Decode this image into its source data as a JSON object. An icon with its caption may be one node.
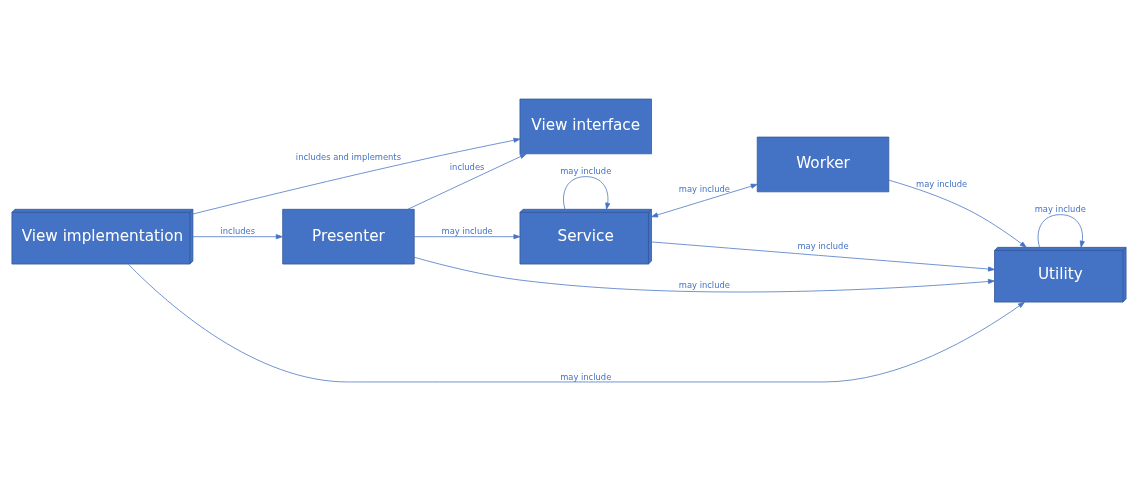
{
  "diagram": {
    "nodes": [
      {
        "text": [
          "View implementation"
        ]
      },
      {
        "text": [
          "View interface"
        ]
      },
      {
        "text": [
          "Presenter"
        ]
      },
      {
        "text": [
          "Service"
        ]
      },
      {
        "text": [
          "Worker"
        ]
      },
      {
        "text": [
          "Utility"
        ]
      }
    ],
    "edges": [
      {
        "from": 0,
        "to": 2,
        "arrow": "to",
        "label": "includes"
      },
      {
        "from": 0,
        "to": 1,
        "arrow": "to",
        "label": "includes and implements"
      },
      {
        "from": 2,
        "to": 1,
        "arrow": "to",
        "label": "includes"
      },
      {
        "from": 2,
        "to": 3,
        "arrow": "to",
        "label": "may include"
      },
      {
        "from": 2,
        "to": 5,
        "arrow": "to",
        "label": "may include"
      },
      {
        "from": 3,
        "to": 3,
        "arrow": "to",
        "label": "may include"
      },
      {
        "from": 3,
        "to": 5,
        "arrow": "to",
        "label": "may include"
      },
      {
        "from": 3,
        "to": 4,
        "arrow": "both",
        "label": "may include"
      },
      {
        "from": 4,
        "to": 5,
        "arrow": "to",
        "label": "may include"
      },
      {
        "from": 5,
        "to": 5,
        "arrow": "to",
        "label": "may include"
      },
      {
        "from": 0,
        "to": 5,
        "arrow": "to",
        "label": "may include"
      }
    ]
  }
}
